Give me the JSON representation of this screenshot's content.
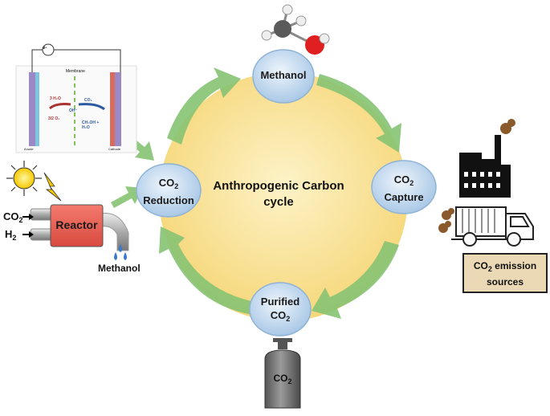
{
  "center": {
    "line1": "Anthropogenic Carbon",
    "line2": "cycle"
  },
  "nodes": {
    "methanol": {
      "label": "Methanol"
    },
    "capture": {
      "line1_main": "CO",
      "line1_sub": "2",
      "line2": "Capture"
    },
    "purified": {
      "line1": "Purified",
      "line2_main": "CO",
      "line2_sub": "2"
    },
    "reduction": {
      "line1_main": "CO",
      "line1_sub": "2",
      "line2": "Reduction"
    }
  },
  "reactor": {
    "label": "Reactor",
    "input1_main": "CO",
    "input1_sub": "2",
    "input2_main": "H",
    "input2_sub": "2",
    "output": "Methanol"
  },
  "cylinder": {
    "main": "CO",
    "sub": "2"
  },
  "emission_box": {
    "line1_main": "CO",
    "line1_sub": "2",
    "line1_rest": " emission",
    "line2": "sources"
  },
  "electrolyzer": {
    "electron": "e-",
    "membrane": "Membrane",
    "water": "3 H₂O",
    "oxygen": "3/2 O₂",
    "hydroxide": "OH⁻",
    "co2": "CO₂",
    "products": "CH₃OH + H₂O",
    "anode": "Anode",
    "cathode": "Cathode"
  },
  "colors": {
    "cycle_fill": "#fbe49a",
    "node_fill": "#c7dcef",
    "node_stroke": "#8fb3d6",
    "arrow_green": "#7fbf6a",
    "reactor_red": "#e8574e",
    "box_fill": "#ead9b4"
  }
}
